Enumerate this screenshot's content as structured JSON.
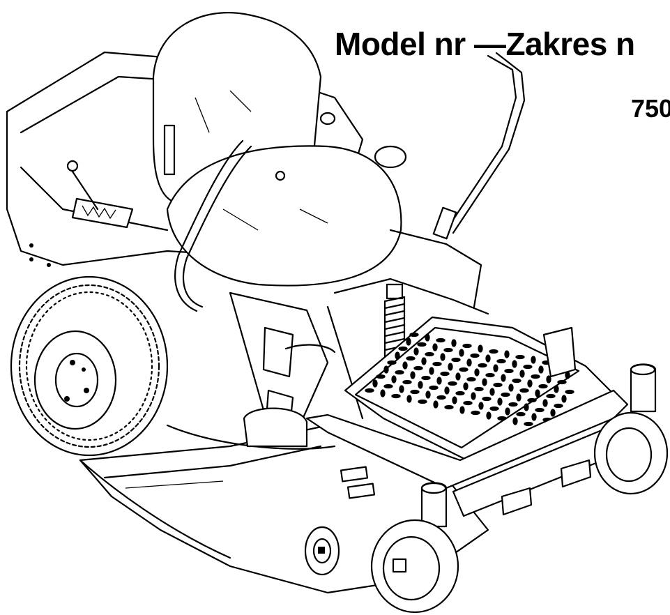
{
  "header": {
    "title": "Model nr —Zakres n",
    "model_number": "750"
  },
  "illustration": {
    "subject": "zero-turn riding mower line drawing"
  }
}
